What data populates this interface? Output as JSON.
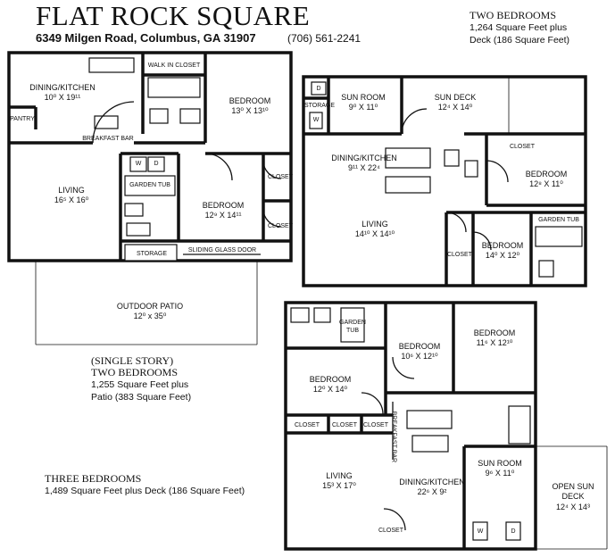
{
  "header": {
    "title": "FLAT ROCK SQUARE",
    "address": "6349 Milgen Road, Columbus, GA 31907",
    "phone": "(706) 561-2241"
  },
  "plan_a": {
    "rooms": {
      "dining_kitchen": {
        "name": "DINING/KITCHEN",
        "size": "10⁰ X 19¹¹"
      },
      "walk_in_closet": "WALK IN CLOSET",
      "bedroom1": {
        "name": "BEDROOM",
        "size": "13⁰ X 13¹⁰"
      },
      "pantry": "PANTRY",
      "breakfast_bar": "BREAKFAST BAR",
      "living": {
        "name": "LIVING",
        "size": "16⁵ X 16⁰"
      },
      "garden_tub": "GARDEN TUB",
      "bedroom2": {
        "name": "BEDROOM",
        "size": "12⁹ X 14¹¹"
      },
      "closet_a": "CLOSET",
      "closet_b": "CLOSET",
      "storage": "STORAGE",
      "sliding_door": "SLIDING GLASS DOOR",
      "patio": {
        "name": "OUTDOOR PATIO",
        "size": "12⁰ x 35⁰"
      },
      "w": "W",
      "d": "D"
    },
    "caption": {
      "line1": "(SINGLE STORY)",
      "line2": "TWO BEDROOMS",
      "line3": "1,255 Square Feet plus",
      "line4": "Patio (383 Square Feet)"
    }
  },
  "plan_b": {
    "caption": {
      "line1": "TWO BEDROOMS",
      "line2": "1,264 Square Feet plus",
      "line3": "Deck (186 Square Feet)"
    },
    "rooms": {
      "sun_room": {
        "name": "SUN ROOM",
        "size": "9⁰ X 11⁰"
      },
      "sun_deck": {
        "name": "SUN DECK",
        "size": "12⁴ X 14⁰"
      },
      "storage": "STORAGE",
      "w": "W",
      "d": "D",
      "dining_kitchen": {
        "name": "DINING/KITCHEN",
        "size": "9¹¹ X 22⁴"
      },
      "closet": "CLOSET",
      "bedroom1": {
        "name": "BEDROOM",
        "size": "12⁸ X 11⁰"
      },
      "garden_tub": "GARDEN TUB",
      "living": {
        "name": "LIVING",
        "size": "14¹⁰ X 14¹⁰"
      },
      "closet2": "CLOSET",
      "bedroom2": {
        "name": "BEDROOM",
        "size": "14⁰ X 12⁰"
      }
    }
  },
  "plan_c": {
    "caption": {
      "line1": "THREE BEDROOMS",
      "line2": "1,489 Square Feet plus Deck (186 Square Feet)"
    },
    "rooms": {
      "garden_tub": "GARDEN TUB",
      "bedroom_mid": {
        "name": "BEDROOM",
        "size": "10⁶ X 12¹⁰"
      },
      "bedroom_right": {
        "name": "BEDROOM",
        "size": "11⁶ X 12¹⁰"
      },
      "bedroom_left": {
        "name": "BEDROOM",
        "size": "12⁰ X 14⁰"
      },
      "closet1": "CLOSET",
      "closet2": "CLOSET",
      "closet3": "CLOSET",
      "breakfast_bar": "BREAKFAST BAR",
      "living": {
        "name": "LIVING",
        "size": "15³ X 17⁰"
      },
      "dining_kitchen": {
        "name": "DINING/KITCHEN",
        "size": "22⁶ X 9²"
      },
      "sun_room": {
        "name": "SUN ROOM",
        "size": "9⁶ X 11⁰"
      },
      "sun_deck": {
        "name": "OPEN SUN DECK",
        "size": "12⁴ X 14³"
      },
      "closet4": "CLOSET",
      "w": "W",
      "d": "D"
    }
  }
}
